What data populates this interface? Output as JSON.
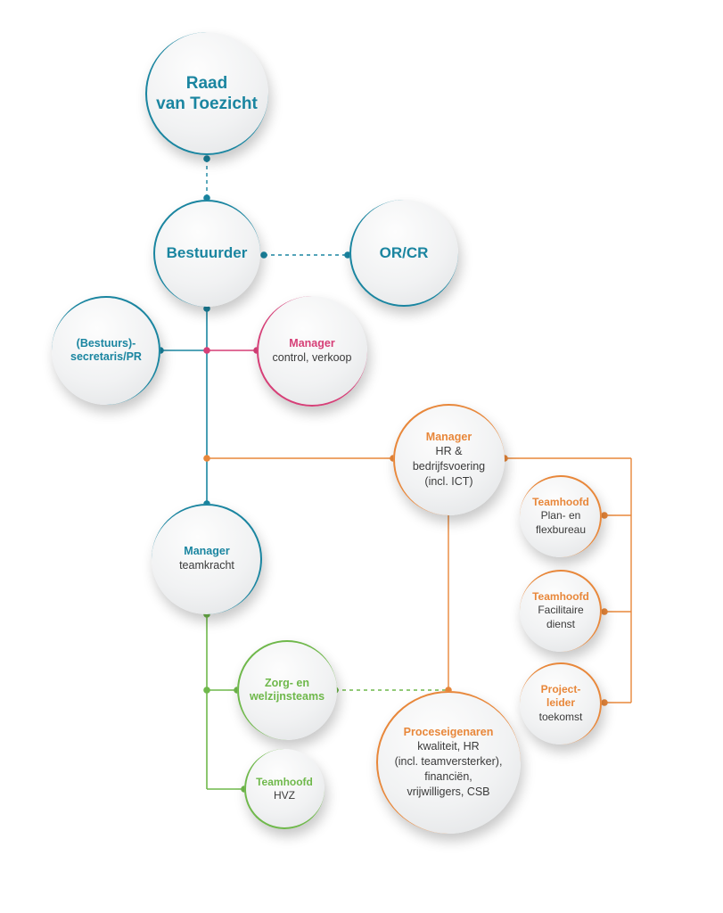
{
  "colors": {
    "teal": "#1a85a0",
    "pink": "#d63f77",
    "orange": "#e8873a",
    "green": "#6fb84b"
  },
  "nodes": {
    "raad": {
      "title": "Raad\nvan Toezicht"
    },
    "bestuurder": {
      "title": "Bestuurder"
    },
    "orcr": {
      "title": "OR/CR"
    },
    "secretaris": {
      "title": "(Bestuurs)-\nsecretaris/PR"
    },
    "manager_control": {
      "title": "Manager",
      "subtitle": "control, verkoop"
    },
    "manager_hr": {
      "title": "Manager",
      "subtitle": "HR &\nbedrijfsvoering\n(incl. ICT)"
    },
    "manager_team": {
      "title": "Manager",
      "subtitle": "teamkracht"
    },
    "teamhoofd_plan": {
      "title": "Teamhoofd",
      "subtitle": "Plan- en\nflexbureau"
    },
    "teamhoofd_fac": {
      "title": "Teamhoofd",
      "subtitle": "Facilitaire\ndienst"
    },
    "projectleider": {
      "title": "Project-\nleider",
      "subtitle": "toekomst"
    },
    "zorg": {
      "title": "Zorg- en\nwelzijnsteams"
    },
    "proces": {
      "title": "Proceseigenaren",
      "subtitle": "kwaliteit, HR\n(incl. teamversterker),\nfinanciën,\nvrijwilligers, CSB"
    },
    "teamhoofd_hvz": {
      "title": "Teamhoofd",
      "subtitle": "HVZ"
    }
  }
}
